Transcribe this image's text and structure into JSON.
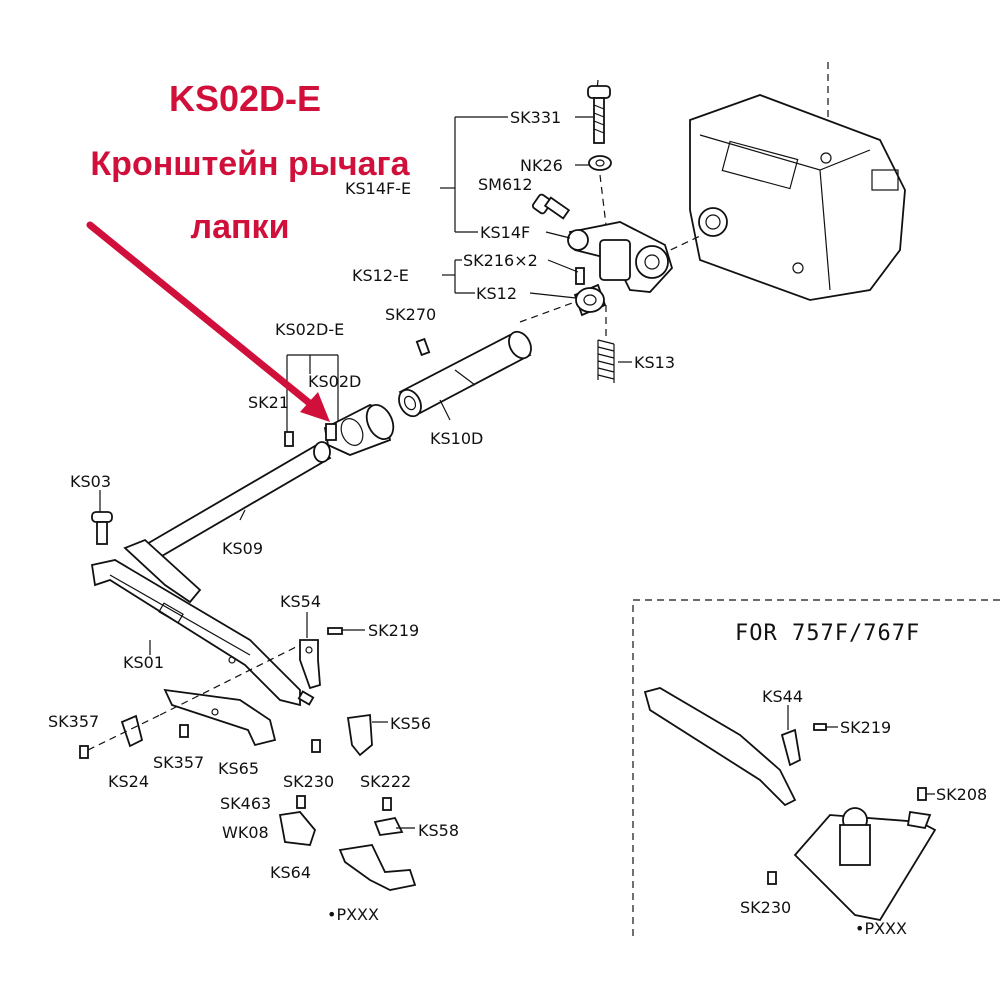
{
  "annotation": {
    "code": "KS02D-E",
    "line1": "Кронштейн рычага",
    "line2": "лапки",
    "color": "#d0103a"
  },
  "inset": {
    "title": "FOR 757F/767F"
  },
  "labels": {
    "sk331": "SK331",
    "nk26": "NK26",
    "sm612": "SM612",
    "ks14fe": "KS14F-E",
    "ks14f": "KS14F",
    "ks12e": "KS12-E",
    "sk216": "SK216×2",
    "ks12": "KS12",
    "sk270": "SK270",
    "ks13": "KS13",
    "ks02de": "KS02D-E",
    "ks02d": "KS02D",
    "sk21x": "SK21",
    "ks10d": "KS10D",
    "ks03": "KS03",
    "ks09": "KS09",
    "ks54": "KS54",
    "sk219a": "SK219",
    "ks01": "KS01",
    "sk357a": "SK357",
    "ks24": "KS24",
    "sk357b": "SK357",
    "ks65": "KS65",
    "ks56": "KS56",
    "sk230a": "SK230",
    "sk222": "SK222",
    "sk463": "SK463",
    "wk08": "WK08",
    "ks58": "KS58",
    "ks64": "KS64",
    "pxxx1": "•PXXX",
    "ks44": "KS44",
    "sk219b": "SK219",
    "sk208": "SK208",
    "sk230b": "SK230",
    "pxxx2": "•PXXX"
  }
}
